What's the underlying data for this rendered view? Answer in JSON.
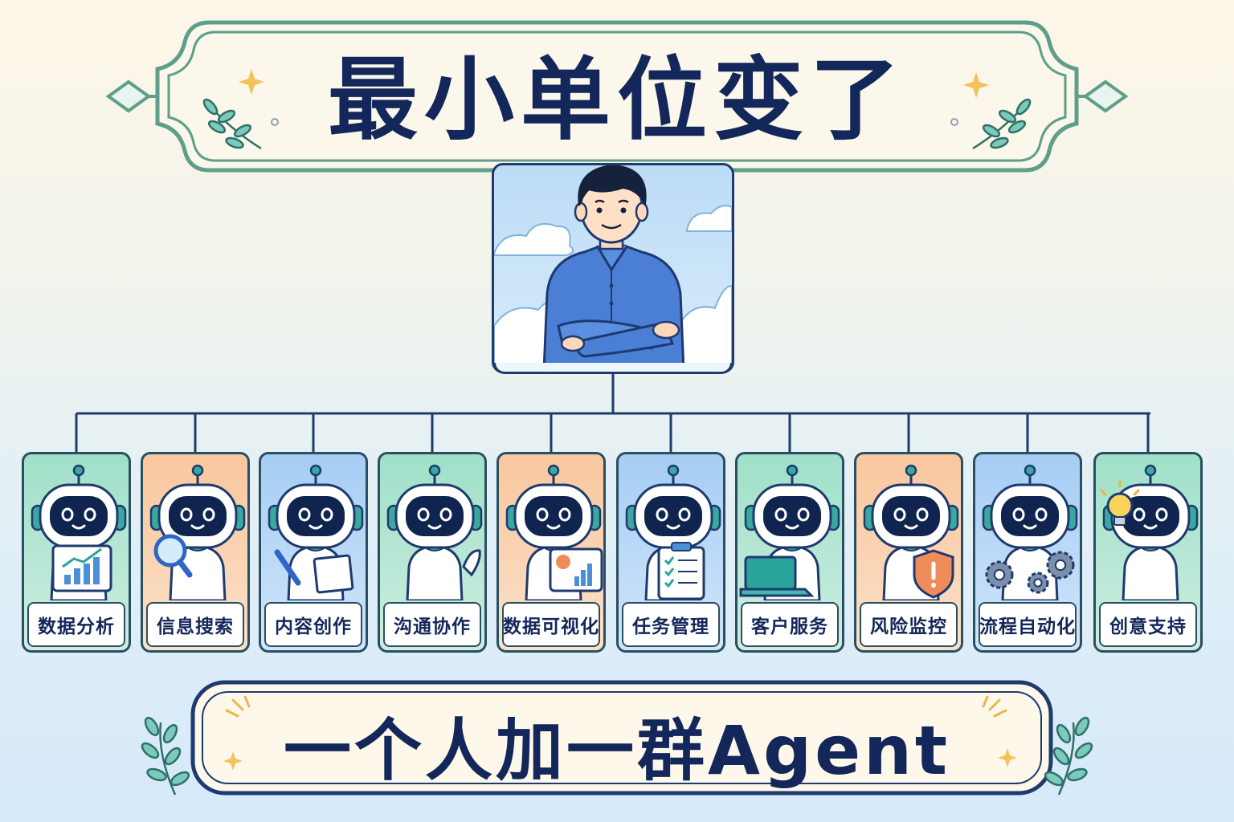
{
  "title": "最小单位变了",
  "subtitle": "一个人加一群Agent",
  "colors": {
    "navy": "#13275a",
    "banner_green": "#5f9e8b",
    "card_green": "#9fe0c8",
    "card_orange": "#f9c79d",
    "card_blue": "#a6cdf4",
    "shirt_blue": "#4b7fd6",
    "robot_face": "#0f2550",
    "robot_accent": "#3aa8a0"
  },
  "person": {
    "icon": "person-arms-crossed-icon"
  },
  "agents": [
    {
      "label": "数据分析",
      "theme": "green",
      "prop": "chart-board-icon"
    },
    {
      "label": "信息搜索",
      "theme": "orange",
      "prop": "magnifier-icon"
    },
    {
      "label": "内容创作",
      "theme": "blue",
      "prop": "pen-paper-icon"
    },
    {
      "label": "沟通协作",
      "theme": "green",
      "prop": "headset-wave-icon"
    },
    {
      "label": "数据可视化",
      "theme": "orange",
      "prop": "dashboard-icon"
    },
    {
      "label": "任务管理",
      "theme": "blue",
      "prop": "clipboard-checklist-icon"
    },
    {
      "label": "客户服务",
      "theme": "green",
      "prop": "laptop-headset-icon"
    },
    {
      "label": "风险监控",
      "theme": "orange",
      "prop": "shield-alert-icon"
    },
    {
      "label": "流程自动化",
      "theme": "blue",
      "prop": "gears-icon"
    },
    {
      "label": "创意支持",
      "theme": "green",
      "prop": "lightbulb-icon"
    }
  ]
}
